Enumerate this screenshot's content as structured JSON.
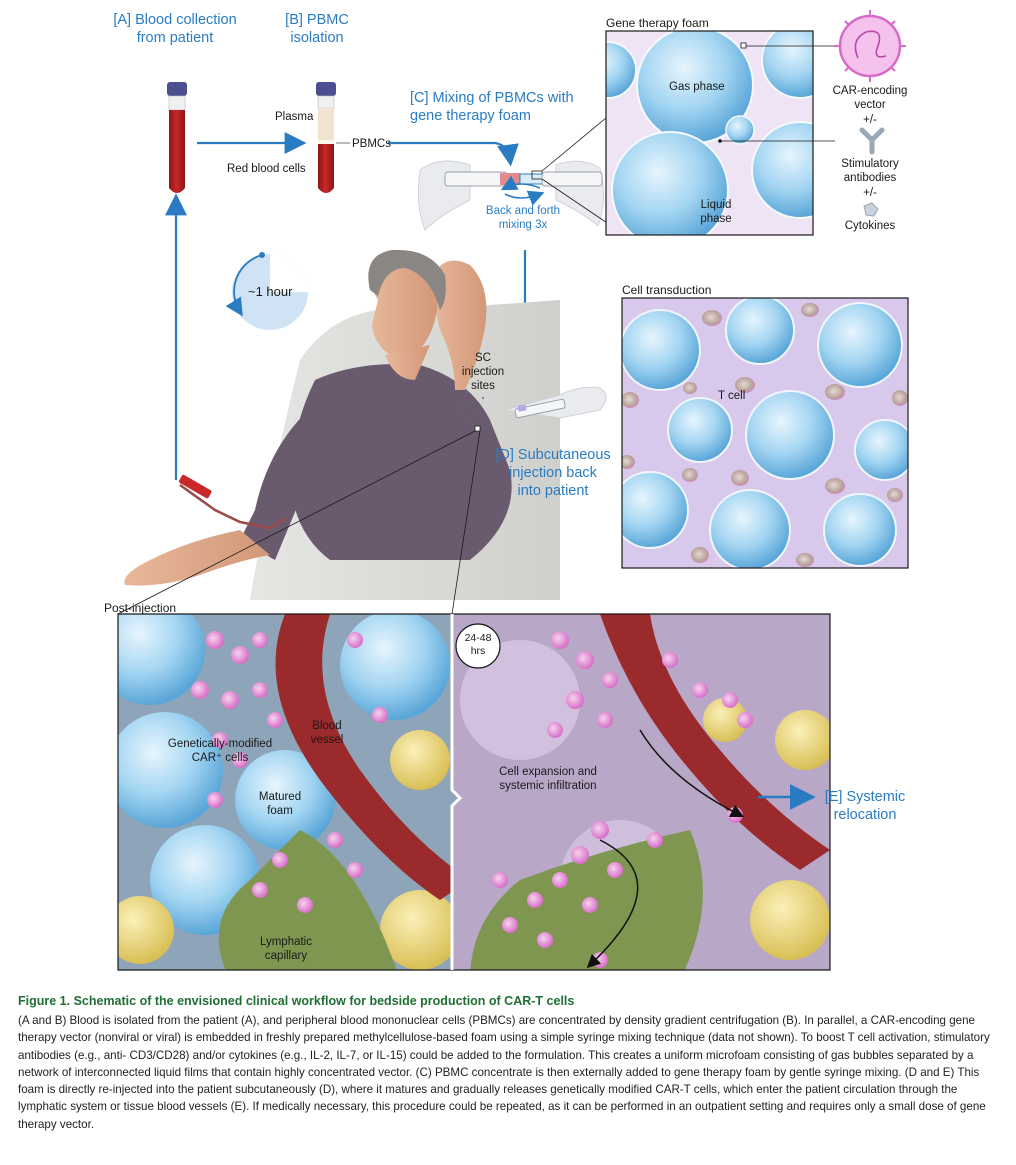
{
  "steps": {
    "a": "[A]  Blood collection\nfrom patient",
    "b": "[B]  PBMC\nisolation",
    "c": "[C]  Mixing of PBMCs with\ngene therapy foam",
    "d": "[D]  Subcutaneous\ninjection back\ninto patient",
    "e": "[E] Systemic\nrelocation"
  },
  "labels": {
    "plasma": "Plasma",
    "pbmcs": "PBMCs",
    "red_blood_cells": "Red blood cells",
    "mixing": "Back and forth\nmixing 3x",
    "time": "~1 hour",
    "sc_sites": "SC\ninjection\nsites",
    "gene_therapy_foam": "Gene therapy foam",
    "gas_phase": "Gas phase",
    "liquid_phase": "Liquid\nphase",
    "car_vector": "CAR-encoding\nvector",
    "plus_minus_1": "+/-",
    "stim_antibodies": "Stimulatory\nantibodies",
    "plus_minus_2": "+/-",
    "cytokines": "Cytokines",
    "cell_transduction": "Cell transduction",
    "t_cell": "T cell",
    "post_injection": "Post-injection",
    "blood_vessel": "Blood\nvessel",
    "car_cells": "Genetically-modified\nCAR⁺ cells",
    "matured_foam": "Matured\nfoam",
    "lymphatic": "Lymphatic\ncapillary",
    "hrs": "24-48\nhrs",
    "expansion": "Cell expansion and\nsystemic infiltration"
  },
  "caption": {
    "title": "Figure 1. Schematic of the envisioned clinical workflow for bedside production of CAR-T cells",
    "body": "(A and B) Blood is isolated from the patient (A), and peripheral blood mononuclear cells (PBMCs) are concentrated by density gradient centrifugation (B). In parallel, a CAR-encoding gene therapy vector (nonviral or viral) is embedded in freshly prepared methylcellulose-based foam using a simple syringe mixing technique (data not shown). To boost T cell activation, stimulatory antibodies (e.g., anti- CD3/CD28) and/or cytokines (e.g., IL-2, IL-7, or IL-15) could be added to the formulation. This creates a uniform microfoam consisting of gas bubbles separated by a network of interconnected liquid films that contain highly concentrated vector. (C) PBMC concentrate is then externally added to gene therapy foam by gentle syringe mixing. (D and E) This foam is directly re-injected into the patient subcutaneously (D), where it matures and gradually releases genetically modified CAR-T cells, which enter the patient circulation through the lymphatic system or tissue blood vessels (E). If medically necessary, this procedure could be repeated, as it can be performed in an outpatient setting and requires only a small dose of gene therapy vector."
  },
  "colors": {
    "accent_blue": "#2a7cc2",
    "blood_red": "#b31e22",
    "foam_blue": "#8cc8ec",
    "cell_pink": "#e48ad8",
    "caption_green": "#1f6f33"
  }
}
